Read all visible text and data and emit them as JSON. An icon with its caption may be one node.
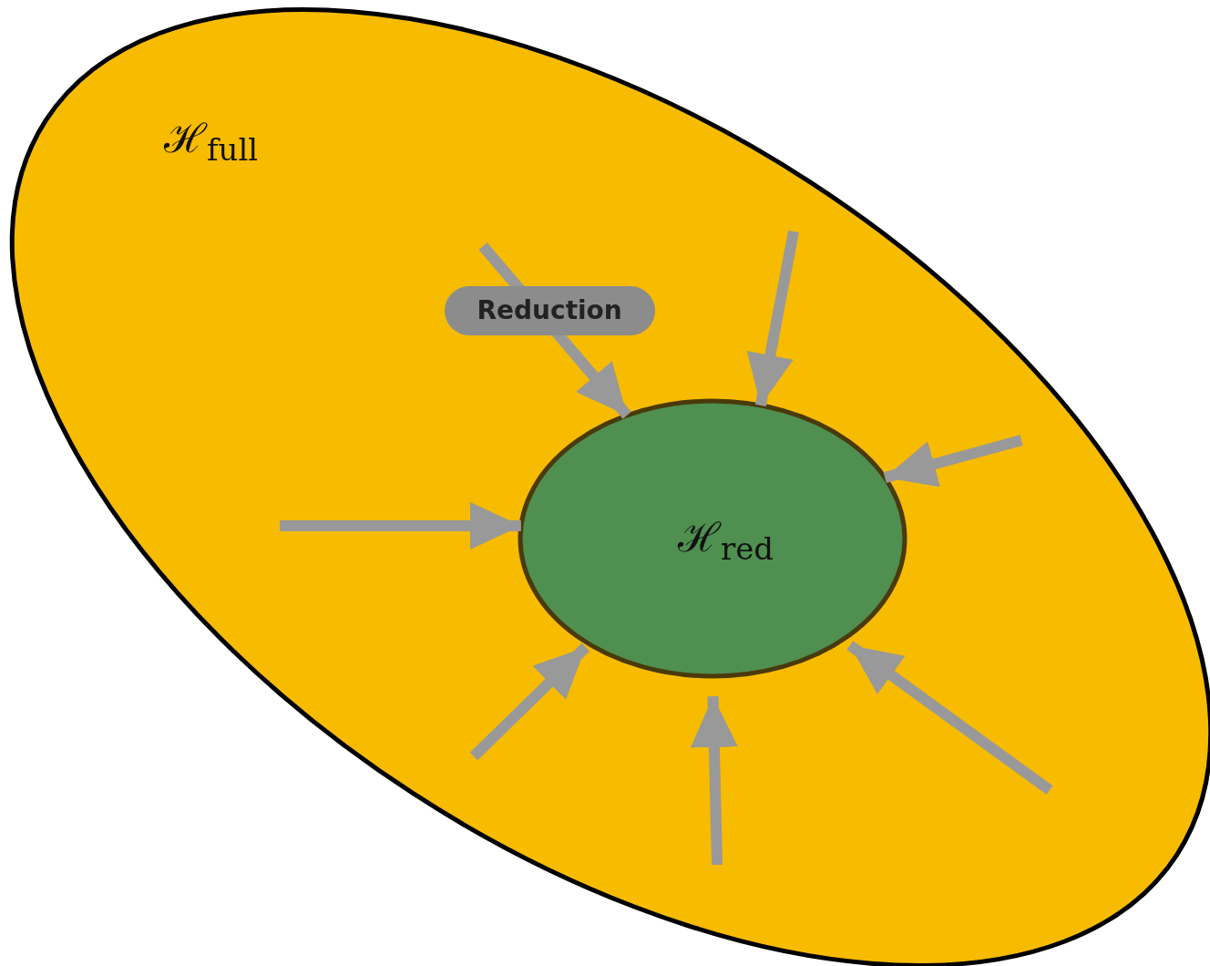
{
  "diagram": {
    "nodes": [
      {
        "text": [
          "ℋ$_{full}$"
        ]
      },
      {
        "text": [
          "ℋ$_{red}$"
        ],
        "in": 0
      }
    ],
    "edges": [
      {
        "from": null,
        "to": 1,
        "arrow": "to",
        "label": "Reduction"
      },
      {
        "from": null,
        "to": 1,
        "arrow": "to"
      },
      {
        "from": null,
        "to": 1,
        "arrow": "to"
      },
      {
        "from": null,
        "to": 1,
        "arrow": "to"
      },
      {
        "from": null,
        "to": 1,
        "arrow": "to"
      },
      {
        "from": null,
        "to": 1,
        "arrow": "to"
      },
      {
        "from": null,
        "to": 1,
        "arrow": "to"
      }
    ]
  }
}
